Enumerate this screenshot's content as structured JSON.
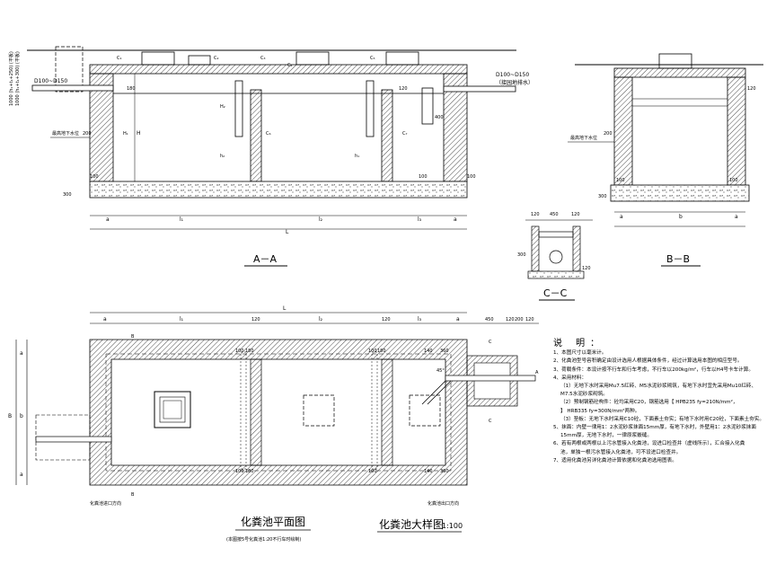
{
  "sections": {
    "aa": {
      "label": "A－A",
      "pipe_in": "D100~D150",
      "pipe_out": "D100~D150",
      "out_note": "（接园地排水）",
      "rot_dim_1": "1000 (h₁+t₁+250) (平板)",
      "rot_dim_2": "1000 (h₁+t₁+300) (平板)",
      "water_label": "最高地下水位",
      "dims": [
        "a",
        "l₁",
        "l₂",
        "l₃",
        "a",
        "L",
        "H",
        "H₂",
        "H₁",
        "h₂",
        "h₁",
        "200",
        "100",
        "300",
        "400",
        "180",
        "120",
        "100",
        "100"
      ],
      "slabs": [
        "C₁",
        "C₂",
        "C₃",
        "C₄",
        "C₅",
        "C₆",
        "C₇"
      ]
    },
    "bb": {
      "label": "B－B",
      "water_label": "最高地下水位",
      "dims": [
        "a",
        "b",
        "a",
        "120",
        "200",
        "100",
        "100",
        "300"
      ]
    },
    "cc": {
      "label": "C－C",
      "dims": [
        "120",
        "450",
        "120",
        "300",
        "120"
      ]
    }
  },
  "plan": {
    "title": "化粪池平面图",
    "subtitle": "(本图按5号化粪池1:20不行车时绘制)",
    "dims_top": [
      "a",
      "l₁",
      "120",
      "l₂",
      "120",
      "l₃",
      "a",
      "450",
      "120",
      "200",
      "120",
      "L"
    ],
    "dims_left": [
      "a",
      "B",
      "a",
      "b"
    ],
    "cut_a": "A",
    "cut_b": "B",
    "cut_c": "C",
    "angle": "45°",
    "inner_dims": [
      "100",
      "180",
      "100",
      "180",
      "140",
      "360",
      "100",
      "100",
      "180",
      "140",
      "360"
    ],
    "inlet_label": "化粪池进口方向",
    "outlet_label": "化粪池出口方向"
  },
  "detail_title": "化粪池大样图",
  "detail_scale": "1:100",
  "notes": {
    "title": "说 明：",
    "items": [
      "1、本图尺寸以毫米计。",
      "2、化粪池型号容积确定由设计选用人根据具体条件，经过计算选用本图的相应型号。",
      "3、荷载条件：本设计按不行车和行车考虑，不行车以200kg/m²，行车以H4号卡车计算。",
      "4、采用材料：",
      "（1）无地下水时采用Mu7.5红砖、M5水泥砂浆砌筑，有地下水时宜先采用Mu10红砖、",
      "M7.5水泥砂浆砌筑。",
      "（2）预制钢筋砼构件：砼均采用C20，钢筋选用【 HPB235 fy=210N/mm²，",
      "】 HRB335 fy=300N/mm²两种。",
      "（3）垫板：无地下水时采用C10砼，下面素土夯实；有地下水时用C20砼，下面素土夯实。",
      "5、抹面：内壁一律用1：2水泥砂浆抹面15mm厚，有地下水时，外壁用1：2水泥砂浆抹面",
      "15mm厚，无地下水时，一律原浆嵌缝。",
      "6、若有两根或两根以上污水管接入化粪池，设进口检查井（虚线所示），汇合接入化粪",
      "池，单独一根污水管接入化粪池，可不设进口检查井。",
      "7、适用化粪池另详化粪池计算依据和化粪池选用图表。"
    ]
  }
}
